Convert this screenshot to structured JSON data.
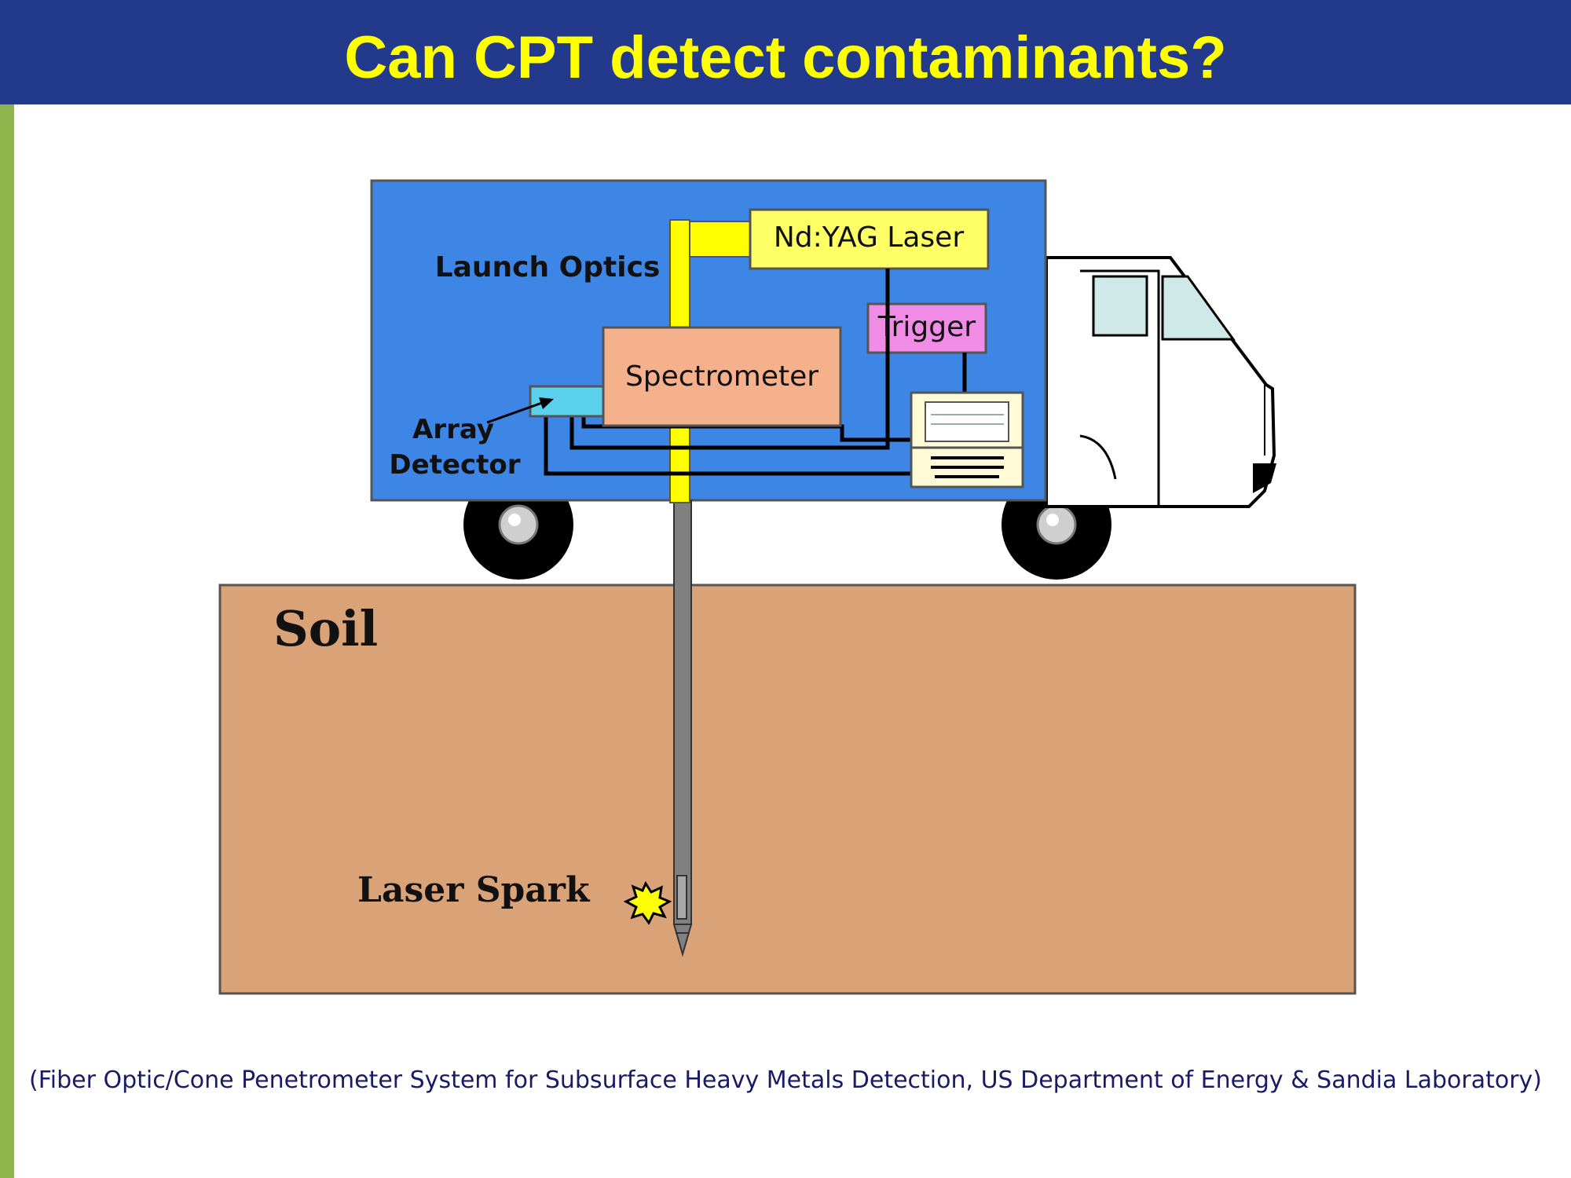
{
  "slide": {
    "title": "Can CPT detect contaminants?",
    "caption": "(Fiber Optic/Cone Penetrometer System for Subsurface Heavy Metals Detection, US Department of Energy & Sandia Laboratory)"
  },
  "diagram": {
    "labels": {
      "laser": "Nd:YAG Laser",
      "launch_optics": "Launch Optics",
      "trigger": "Trigger",
      "spectrometer": "Spectrometer",
      "array_detector_line1": "Array",
      "array_detector_line2": "Detector",
      "soil": "Soil",
      "laser_spark": "Laser Spark"
    },
    "colors": {
      "title_bar": "#233a8c",
      "title_text": "#ffff00",
      "truck_body": "#3d86e6",
      "laser_box": "#ffff66",
      "trigger_box": "#f08ce6",
      "spectrometer_box": "#f5b08c",
      "array_detector": "#5ad2ee",
      "soil": "#d9a277",
      "probe": "#808080"
    }
  }
}
